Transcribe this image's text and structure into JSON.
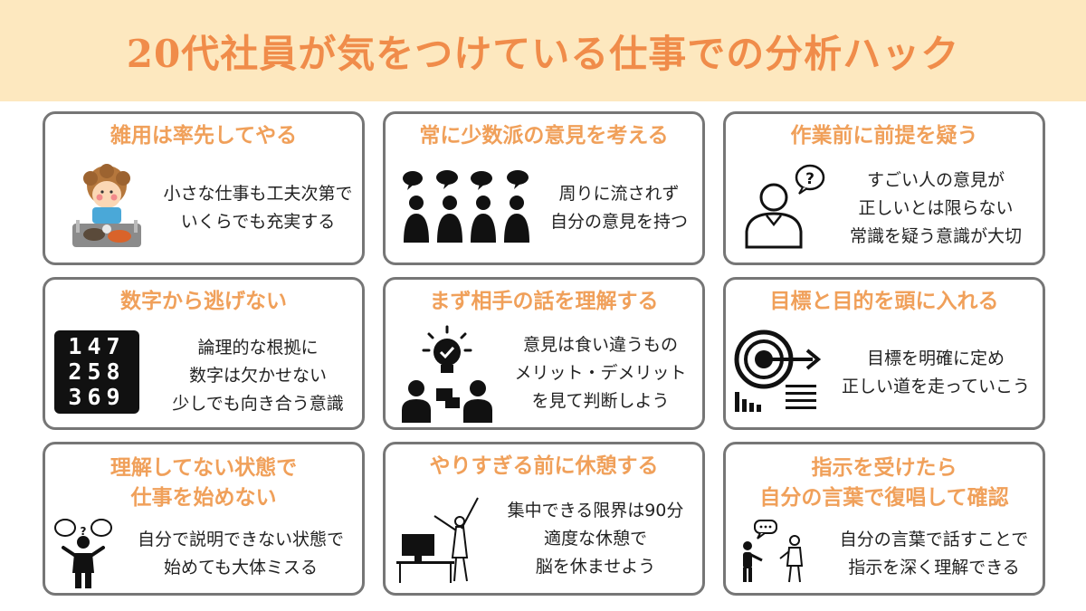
{
  "title": "20代社員が気をつけている仕事での分析ハック",
  "colors": {
    "header_bg": "#fde8bf",
    "title": "#f08c4a",
    "card_title": "#f0a05a",
    "border": "#767676"
  },
  "cards": [
    {
      "title": "雑用は率先してやる",
      "icon": "dishwashing-child-icon",
      "lines": [
        "小さな仕事も工夫次第で",
        "いくらでも充実する"
      ]
    },
    {
      "title": "常に少数派の意見を考える",
      "icon": "group-speech-icon",
      "lines": [
        "周りに流されず",
        "自分の意見を持つ"
      ]
    },
    {
      "title": "作業前に前提を疑う",
      "icon": "person-question-icon",
      "lines": [
        "すごい人の意見が",
        "正しいとは限らない",
        "常識を疑う意識が大切"
      ]
    },
    {
      "title": "数字から逃げない",
      "icon": "number-grid-icon",
      "grid_numbers": [
        "147",
        "258",
        "369"
      ],
      "lines": [
        "論理的な根拠に",
        "数字は欠かせない",
        "少しでも向き合う意識"
      ]
    },
    {
      "title": "まず相手の話を理解する",
      "icon": "lightbulb-discussion-icon",
      "lines": [
        "意見は食い違うもの",
        "メリット・デメリット",
        "を見て判断しよう"
      ]
    },
    {
      "title": "目標と目的を頭に入れる",
      "icon": "target-arrow-icon",
      "lines": [
        "目標を明確に定め",
        "正しい道を走っていこう"
      ]
    },
    {
      "title_lines": [
        "理解してない状態で",
        "仕事を始めない"
      ],
      "icon": "confused-person-icon",
      "lines": [
        "自分で説明できない状態で",
        "始めても大体ミスる"
      ]
    },
    {
      "title": "やりすぎる前に休憩する",
      "icon": "stretching-desk-icon",
      "lines": [
        "集中できる限界は90分",
        "適度な休憩で",
        "脳を休ませよう"
      ]
    },
    {
      "title_lines": [
        "指示を受けたら",
        "自分の言葉で復唱して確認"
      ],
      "icon": "two-people-talking-icon",
      "lines": [
        "自分の言葉で話すことで",
        "指示を深く理解できる"
      ]
    }
  ]
}
